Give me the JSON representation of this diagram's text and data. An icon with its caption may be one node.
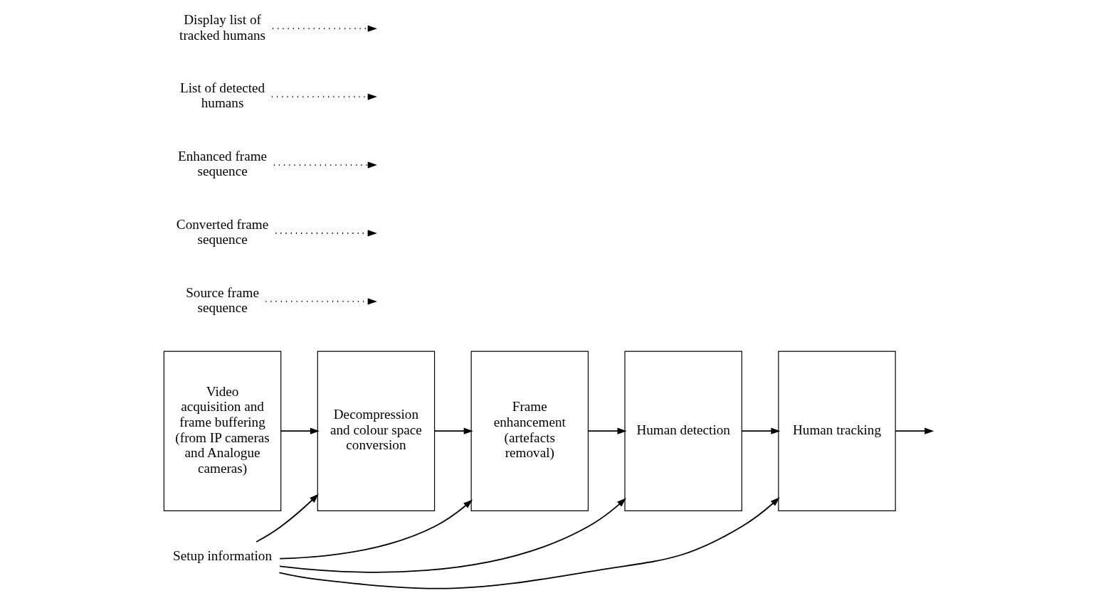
{
  "diagram": {
    "nodes": [
      {
        "text": [
          "Video acquisition and frame buffering (from IP cameras and Analogue cameras)"
        ]
      },
      {
        "text": [
          "Decompression and colour space conversion"
        ]
      },
      {
        "text": [
          "Frame enhancement (artefacts removal)"
        ]
      },
      {
        "text": [
          "Human detection"
        ]
      },
      {
        "text": [
          "Human tracking"
        ]
      },
      {
        "text": [
          "Source frame sequence"
        ]
      },
      {
        "text": [
          "Converted frame sequence"
        ]
      },
      {
        "text": [
          "Enhanced frame sequence"
        ]
      },
      {
        "text": [
          "List of detected humans"
        ]
      },
      {
        "text": [
          "Display list of tracked humans"
        ]
      },
      {
        "text": [
          "Setup information"
        ]
      }
    ],
    "edges": [
      {
        "from": 0,
        "to": 1,
        "arrow": "to"
      },
      {
        "from": 1,
        "to": 2,
        "arrow": "to"
      },
      {
        "from": 2,
        "to": 3,
        "arrow": "to"
      },
      {
        "from": 3,
        "to": 4,
        "arrow": "to"
      },
      {
        "from": 4,
        "to": null,
        "arrow": "to"
      },
      {
        "from": 5,
        "to": null,
        "arrow": "to",
        "style": "dashed"
      },
      {
        "from": 6,
        "to": null,
        "arrow": "to",
        "style": "dashed"
      },
      {
        "from": 7,
        "to": null,
        "arrow": "to",
        "style": "dashed"
      },
      {
        "from": 8,
        "to": null,
        "arrow": "to",
        "style": "dashed"
      },
      {
        "from": 9,
        "to": null,
        "arrow": "to",
        "style": "dashed"
      },
      {
        "from": 10,
        "to": 1,
        "arrow": "to"
      },
      {
        "from": 10,
        "to": 2,
        "arrow": "to"
      },
      {
        "from": 10,
        "to": 3,
        "arrow": "to"
      },
      {
        "from": 10,
        "to": 4,
        "arrow": "to"
      }
    ]
  }
}
